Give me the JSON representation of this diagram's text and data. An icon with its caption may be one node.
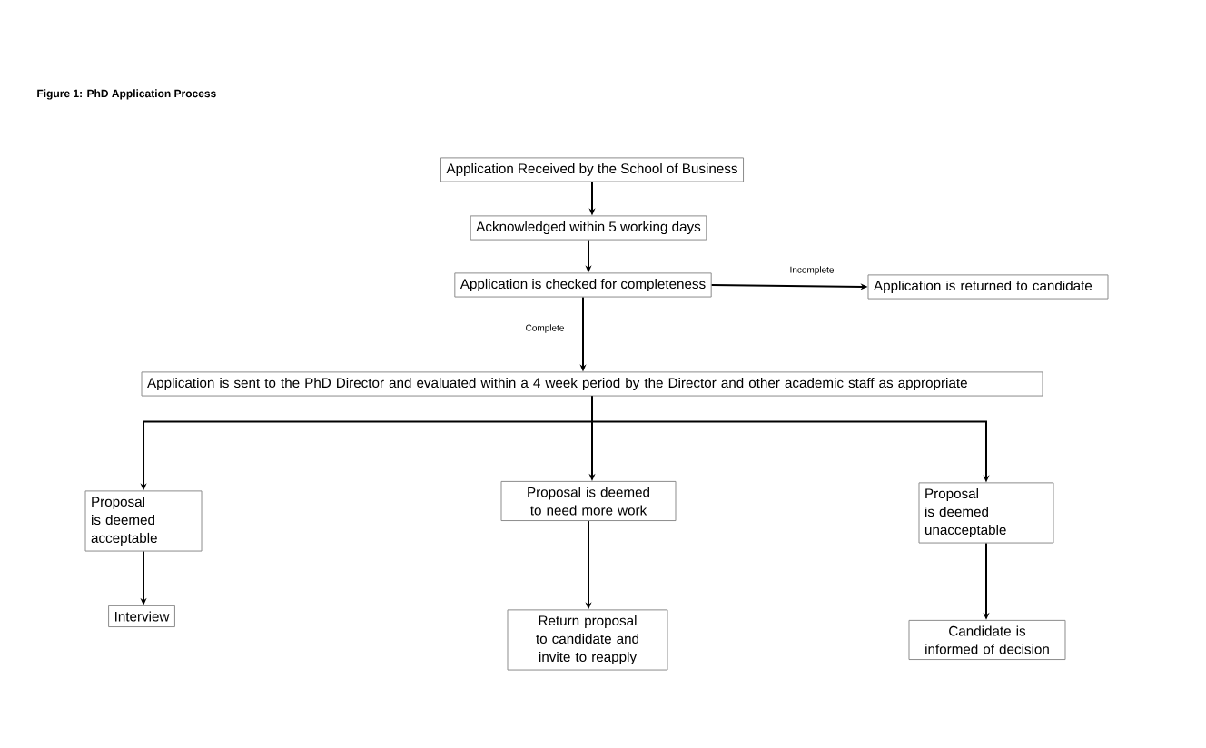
{
  "diagram": {
    "title": "Figure 1: PhD Application Process",
    "nodes": [
      {
        "text": [
          "Application Received by the School of Business"
        ]
      },
      {
        "text": [
          "Acknowledged within 5 working days"
        ]
      },
      {
        "text": [
          "Application is checked for completeness"
        ]
      },
      {
        "text": [
          "Application is returned to candidate"
        ]
      },
      {
        "text": [
          "Application is sent to the PhD Director and evaluated within a 4 week period by the Director and other academic staff as appropriate"
        ]
      },
      {
        "text": [
          "Proposal is deemed acceptable"
        ]
      },
      {
        "text": [
          "Proposal is deemed to need more work"
        ]
      },
      {
        "text": [
          "Proposal is deemed unacceptable"
        ]
      },
      {
        "text": [
          "Interview"
        ]
      },
      {
        "text": [
          "Return proposal to candidate and invite to reapply"
        ]
      },
      {
        "text": [
          "Candidate is informed of decision"
        ]
      }
    ],
    "edges": [
      {
        "from": 0,
        "to": 1,
        "arrow": "to"
      },
      {
        "from": 1,
        "to": 2,
        "arrow": "to"
      },
      {
        "from": 2,
        "to": 3,
        "arrow": "to",
        "label": "Incomplete"
      },
      {
        "from": 2,
        "to": 4,
        "arrow": "to",
        "label": "Complete"
      },
      {
        "from": 4,
        "to": 5,
        "arrow": "to"
      },
      {
        "from": 4,
        "to": 6,
        "arrow": "to"
      },
      {
        "from": 4,
        "to": 7,
        "arrow": "to"
      },
      {
        "from": 5,
        "to": 8,
        "arrow": "to"
      },
      {
        "from": 6,
        "to": 9,
        "arrow": "to"
      },
      {
        "from": 7,
        "to": 10,
        "arrow": "to"
      }
    ]
  }
}
